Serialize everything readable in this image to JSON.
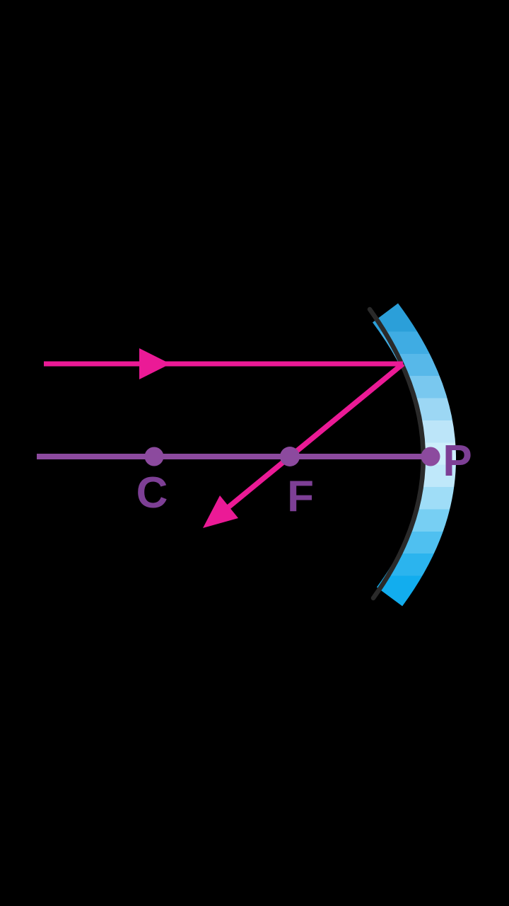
{
  "diagram": {
    "type": "concave-mirror-ray-diagram",
    "labels": {
      "center_of_curvature": "C",
      "focus": "F",
      "pole": "P"
    },
    "colors": {
      "background": "#000000",
      "ray_pink": "#EB1A96",
      "axis_purple": "#8C4A9E",
      "label_purple": "#7D3F95",
      "mirror_edge_black": "#2A2A2A",
      "mirror_gradient_bands": [
        "#2B9FD9",
        "#3FACE3",
        "#57B8E9",
        "#79C8EF",
        "#9CD7F4",
        "#BCE5F9",
        "#CCEEFB",
        "#BFE8FA",
        "#9FDDF7",
        "#77CFF3",
        "#4FC0F0",
        "#2BB4EE",
        "#12ADEE"
      ]
    }
  }
}
